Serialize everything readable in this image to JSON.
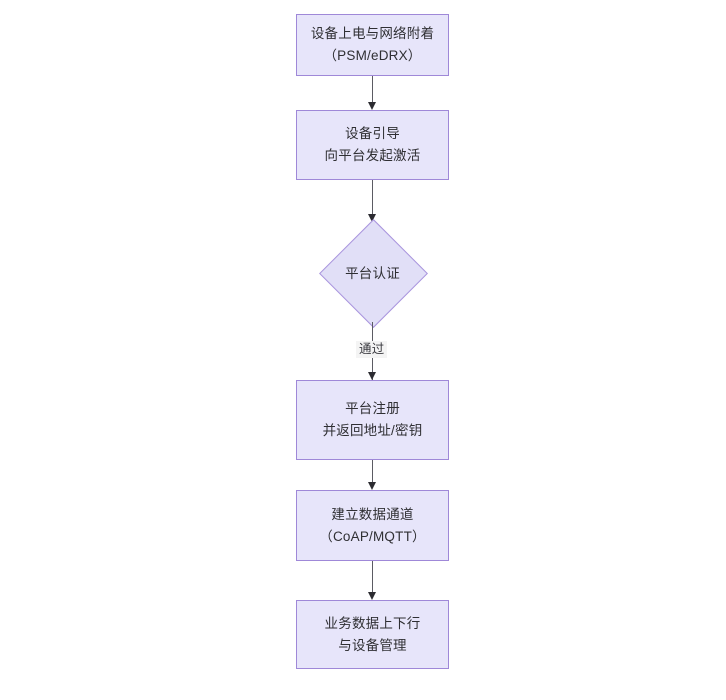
{
  "diagram": {
    "type": "flowchart",
    "orientation": "top-to-bottom",
    "background_color": "#ffffff",
    "node_fill_color": "#e7e5fa",
    "node_border_color": "#9f88d8",
    "connector_color": "#5b5b63",
    "text_color": "#2f2f33",
    "nodes": [
      {
        "id": "power-on",
        "shape": "rectangle",
        "line1": "设备上电与网络附着",
        "line2": "（PSM/eDRX）"
      },
      {
        "id": "bootstrap",
        "shape": "rectangle",
        "line1": "设备引导",
        "line2": "向平台发起激活"
      },
      {
        "id": "platform-auth",
        "shape": "diamond",
        "line1": "平台认证"
      },
      {
        "id": "platform-register",
        "shape": "rectangle",
        "line1": "平台注册",
        "line2": "并返回地址/密钥"
      },
      {
        "id": "data-channel",
        "shape": "rectangle",
        "line1": "建立数据通道",
        "line2": "（CoAP/MQTT）"
      },
      {
        "id": "service-data",
        "shape": "rectangle",
        "line1": "业务数据上下行",
        "line2": "与设备管理"
      }
    ],
    "edges": [
      {
        "id": "e1",
        "from": "power-on",
        "to": "bootstrap",
        "label": ""
      },
      {
        "id": "e2",
        "from": "bootstrap",
        "to": "platform-auth",
        "label": ""
      },
      {
        "id": "e3",
        "from": "platform-auth",
        "to": "platform-register",
        "label": "通过"
      },
      {
        "id": "e4",
        "from": "platform-register",
        "to": "data-channel",
        "label": ""
      },
      {
        "id": "e5",
        "from": "data-channel",
        "to": "service-data",
        "label": ""
      }
    ]
  }
}
